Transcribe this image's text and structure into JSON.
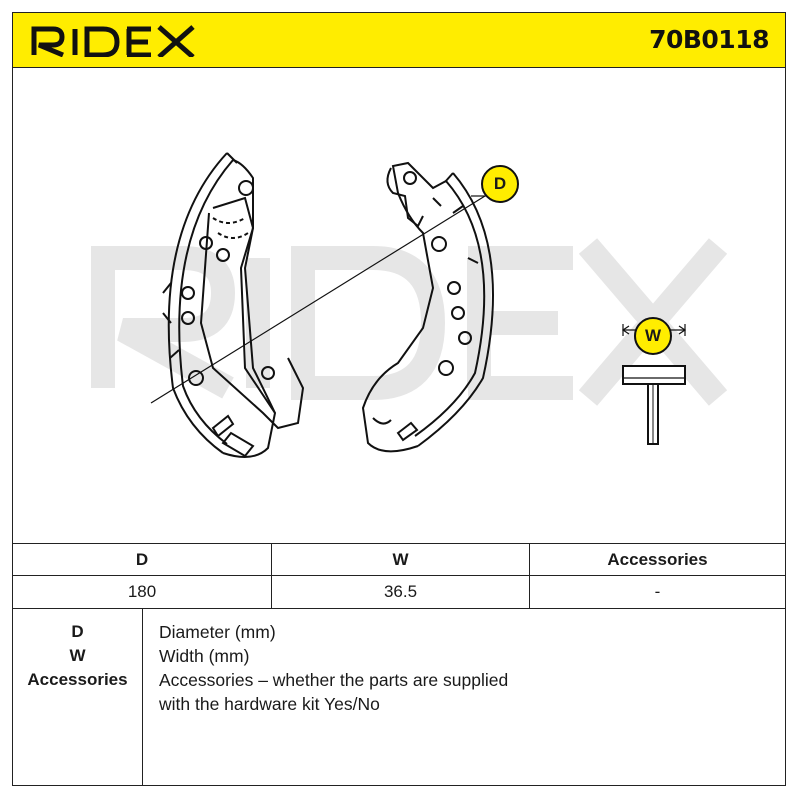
{
  "header": {
    "brand": "RIDEX",
    "part_number": "70B0118"
  },
  "drawing": {
    "watermark": "RIDEX",
    "diameter_marker": "D",
    "width_marker": "W",
    "accent_color": "#ffed00"
  },
  "spec_table": {
    "columns": [
      "D",
      "W",
      "Accessories"
    ],
    "values": [
      "180",
      "36.5",
      "-"
    ]
  },
  "legend": {
    "keys": [
      "D",
      "W",
      "Accessories"
    ],
    "lines": [
      "Diameter (mm)",
      "Width (mm)",
      "Accessories – whether the parts are supplied",
      "with the hardware kit Yes/No"
    ]
  }
}
